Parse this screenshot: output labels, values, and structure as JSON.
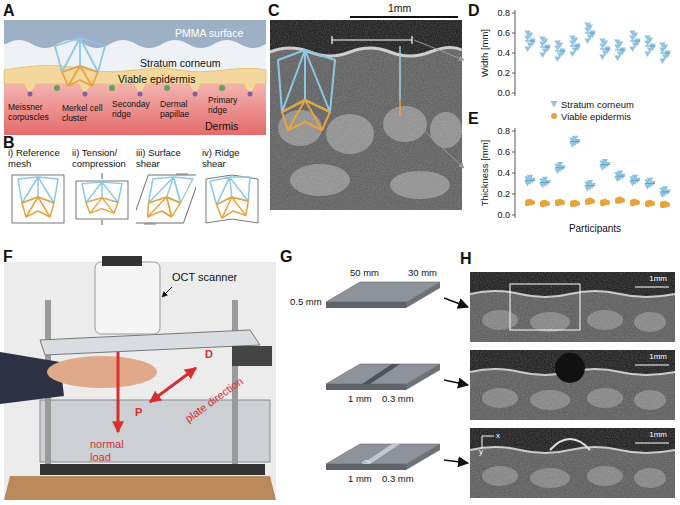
{
  "diagram": {
    "nodes": [
      {
        "text": [
          "i) Reference mesh"
        ]
      },
      {
        "text": [
          "ii) Tension/ compression"
        ]
      },
      {
        "text": [
          "iii) Surface shear"
        ]
      },
      {
        "text": [
          "iv) Ridge shear"
        ]
      },
      {
        "text": [
          "50 mm",
          "30 mm",
          "0.5 mm"
        ]
      },
      {
        "text": [
          "1 mm",
          "0.3 mm"
        ]
      },
      {
        "text": [
          "1 mm",
          "0.3 mm"
        ]
      },
      {
        "text": [
          "1mm"
        ]
      },
      {
        "text": [
          "1mm"
        ]
      },
      {
        "text": [
          "1mm"
        ]
      }
    ],
    "edges": [
      {
        "from": 4,
        "to": 7,
        "arrow": "to"
      },
      {
        "from": 5,
        "to": 8,
        "arrow": "to"
      },
      {
        "from": 6,
        "to": 9,
        "arrow": "to"
      }
    ],
    "labels": [
      "A",
      "PMMA surface",
      "Stratum corneum",
      "Viable epidermis",
      "Dermis",
      "Meissner corpuscles",
      "Merkel cell cluster",
      "Seconday ridge",
      "Primary ridge",
      "Dermal papillae",
      "B",
      "C",
      "1mm",
      "D",
      "0.8",
      "0.6",
      "0.4",
      "0.2",
      "0.0",
      "Width [mm]",
      "E",
      "0.8",
      "0.6",
      "0.4",
      "0.2",
      "0.0",
      "Thickness [mm]",
      "Participants",
      "F",
      "OCT scanner",
      "P",
      "D",
      "plate direction",
      "normal load",
      "G",
      "H",
      "x",
      "y"
    ],
    "legend": [
      {
        "text": "Stratum corneum"
      },
      {
        "text": "Viable epidermis"
      }
    ]
  }
}
